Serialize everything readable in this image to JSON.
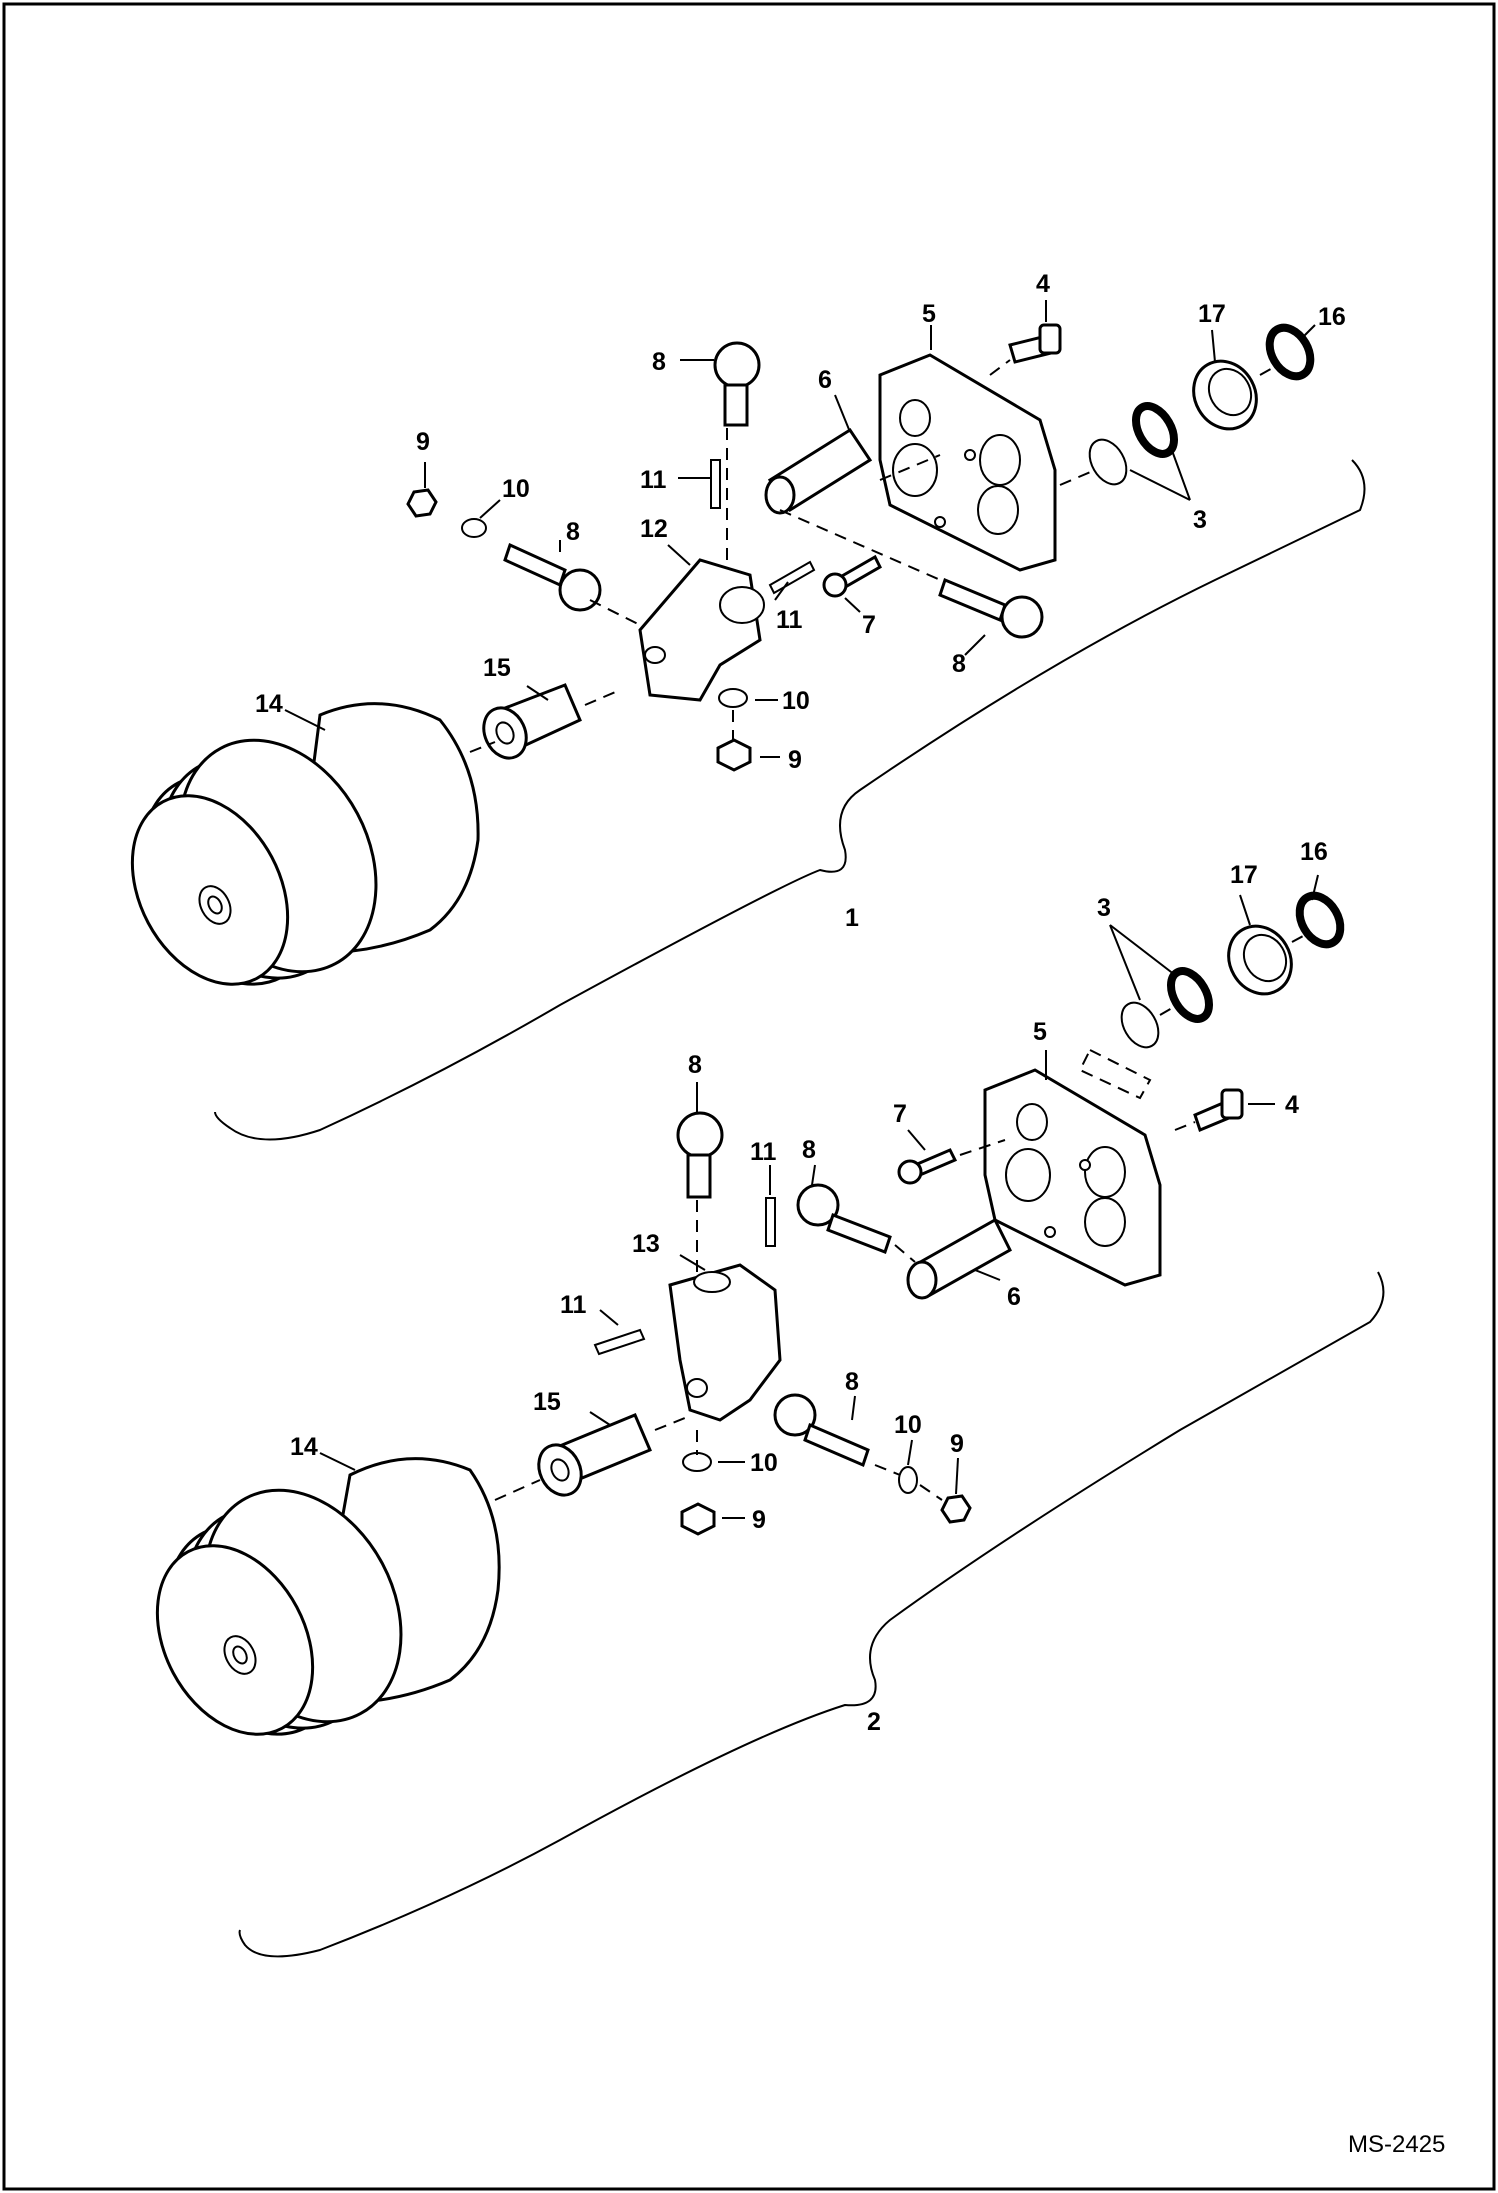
{
  "drawing_code": "MS-2425",
  "assemblies": [
    {
      "id": "1",
      "callouts": [
        "3",
        "4",
        "5",
        "6",
        "7",
        "8",
        "8",
        "8",
        "9",
        "9",
        "10",
        "10",
        "11",
        "11",
        "12",
        "14",
        "15",
        "16",
        "17"
      ]
    },
    {
      "id": "2",
      "callouts": [
        "3",
        "4",
        "5",
        "6",
        "7",
        "8",
        "8",
        "8",
        "9",
        "9",
        "10",
        "10",
        "11",
        "11",
        "13",
        "14",
        "15",
        "16",
        "17"
      ]
    }
  ]
}
